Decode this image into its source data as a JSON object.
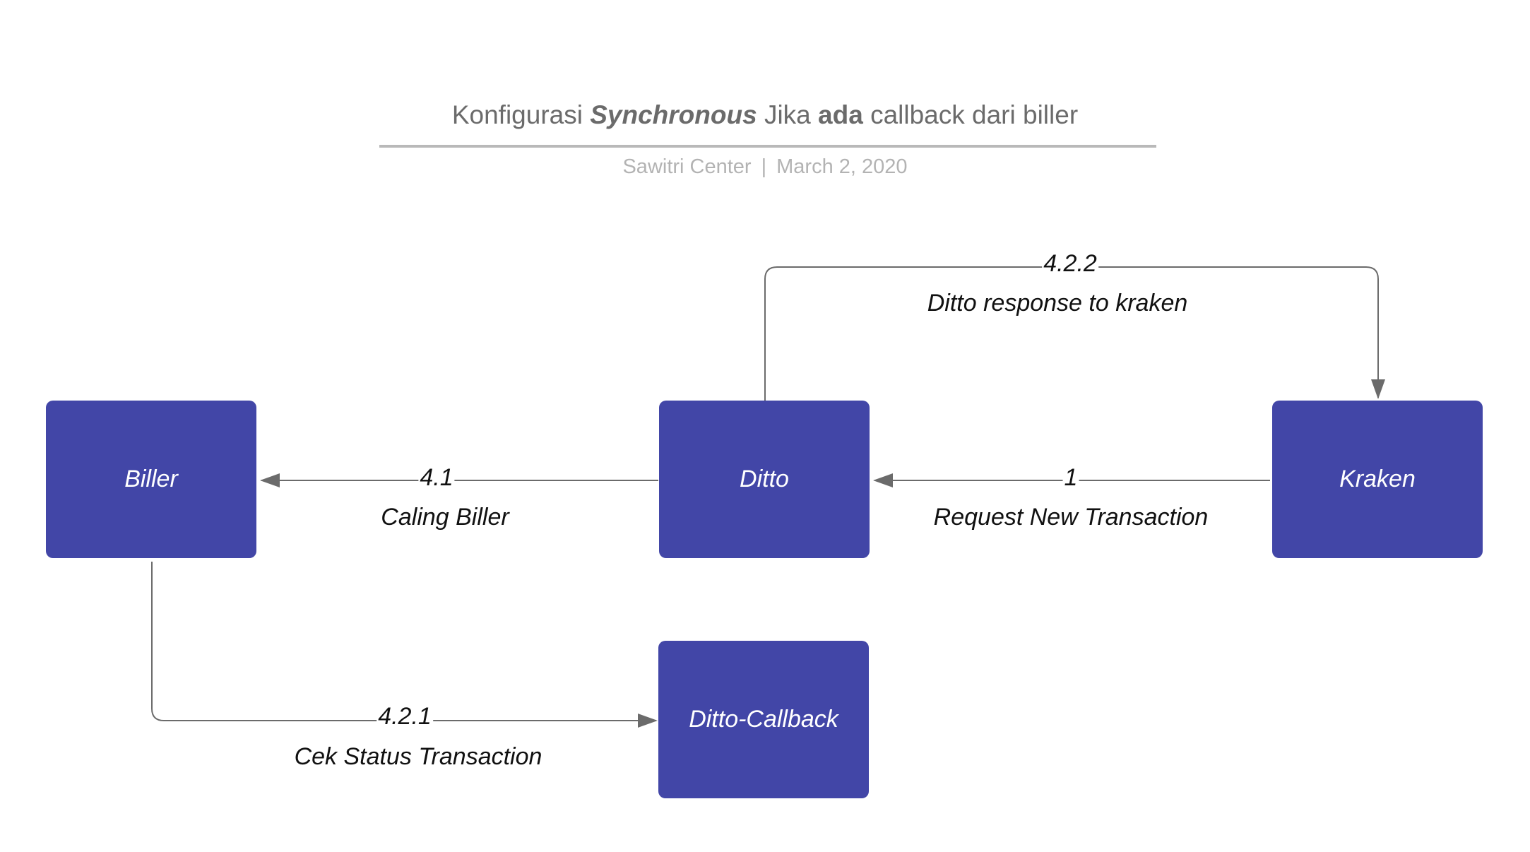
{
  "header": {
    "title_parts": [
      "Konfigurasi",
      "Synchronous",
      "Jika",
      "ada",
      "callback dari biller"
    ],
    "author": "Sawitri Center",
    "separator": "|",
    "date": "March 2, 2020"
  },
  "nodes": {
    "biller": "Biller",
    "ditto": "Ditto",
    "kraken": "Kraken",
    "ditto_callback": "Ditto-Callback"
  },
  "edges": {
    "kraken_to_ditto": {
      "step": "1",
      "label": "Request New Transaction"
    },
    "ditto_to_biller": {
      "step": "4.1",
      "label": "Caling Biller"
    },
    "ditto_to_kraken": {
      "step": "4.2.2",
      "label": "Ditto response to kraken"
    },
    "biller_to_callback": {
      "step": "4.2.1",
      "label": "Cek Status Transaction"
    }
  },
  "colors": {
    "node_fill": "#4246a7",
    "node_text": "#ffffff",
    "edge": "#6b6b6b",
    "title": "#6b6b6b",
    "subtitle": "#b3b3b3"
  }
}
